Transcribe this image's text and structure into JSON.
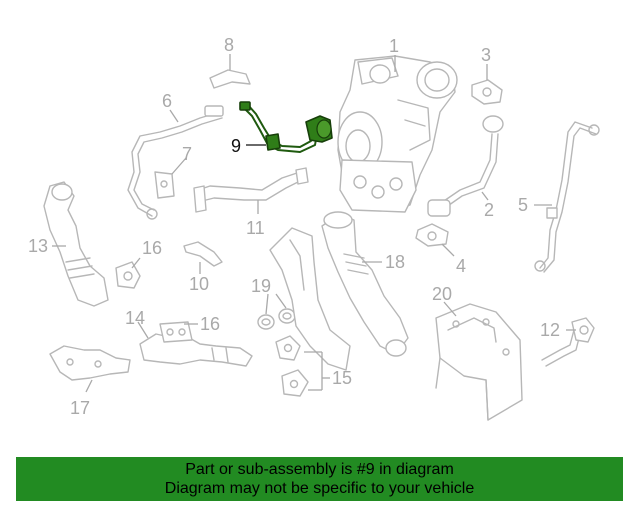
{
  "diagram": {
    "highlighted_part": "9",
    "colors": {
      "highlight": "#2f7d18",
      "parts": "#b7b7b7",
      "banner": "#228b22"
    },
    "callouts": {
      "c1": "1",
      "c2": "2",
      "c3": "3",
      "c4": "4",
      "c5": "5",
      "c6": "6",
      "c7": "7",
      "c8": "8",
      "c9": "9",
      "c10": "10",
      "c11": "11",
      "c12": "12",
      "c13": "13",
      "c14": "14",
      "c15": "15",
      "c16a": "16",
      "c16b": "16",
      "c17": "17",
      "c18": "18",
      "c19": "19",
      "c20": "20"
    }
  },
  "banner": {
    "line1": "Part or sub-assembly is #9 in diagram",
    "line2": "Diagram may not be specific to your vehicle"
  }
}
